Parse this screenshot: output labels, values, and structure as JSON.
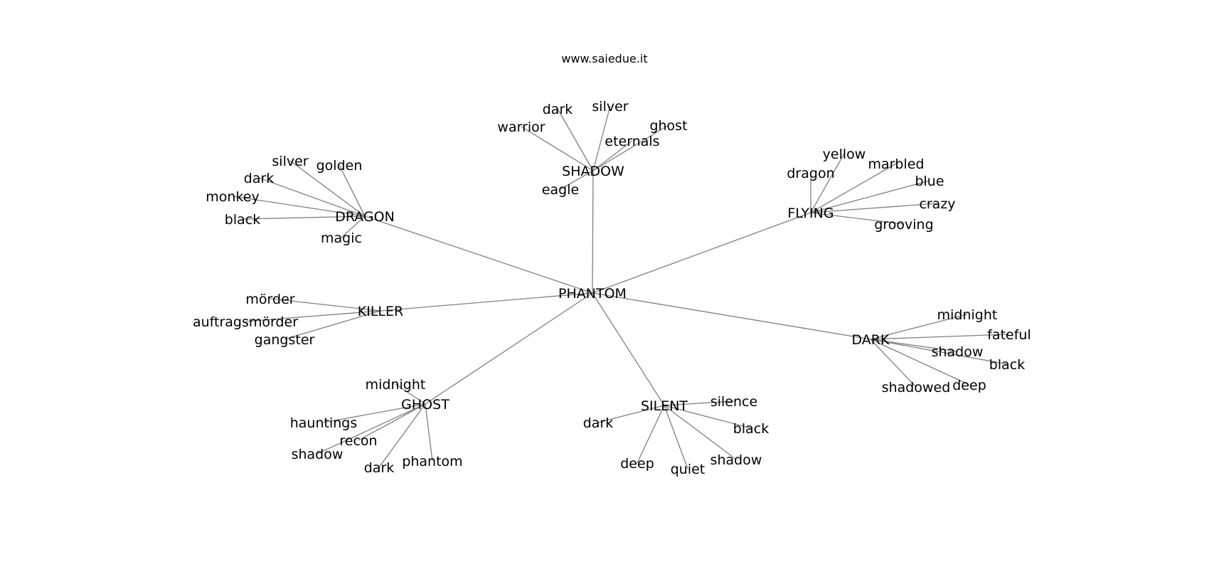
{
  "site_url": "www.saiedue.it",
  "line_color": "#808080",
  "root": "PHANTOM",
  "branches": [
    {
      "label": "SHADOW",
      "leaves": [
        "dark",
        "silver",
        "warrior",
        "ghost",
        "eternals",
        "eagle"
      ]
    },
    {
      "label": "DRAGON",
      "leaves": [
        "silver",
        "golden",
        "dark",
        "monkey",
        "black",
        "magic"
      ]
    },
    {
      "label": "FLYING",
      "leaves": [
        "yellow",
        "dragon",
        "marbled",
        "blue",
        "crazy",
        "grooving"
      ]
    },
    {
      "label": "KILLER",
      "leaves": [
        "mörder",
        "auftragsmörder",
        "gangster"
      ]
    },
    {
      "label": "DARK",
      "leaves": [
        "midnight",
        "fateful",
        "shadow",
        "black",
        "shadowed",
        "deep"
      ]
    },
    {
      "label": "GHOST",
      "leaves": [
        "midnight",
        "hauntings",
        "recon",
        "shadow",
        "dark",
        "phantom"
      ]
    },
    {
      "label": "SILENT",
      "leaves": [
        "silence",
        "dark",
        "black",
        "shadow",
        "deep",
        "quiet"
      ]
    }
  ]
}
